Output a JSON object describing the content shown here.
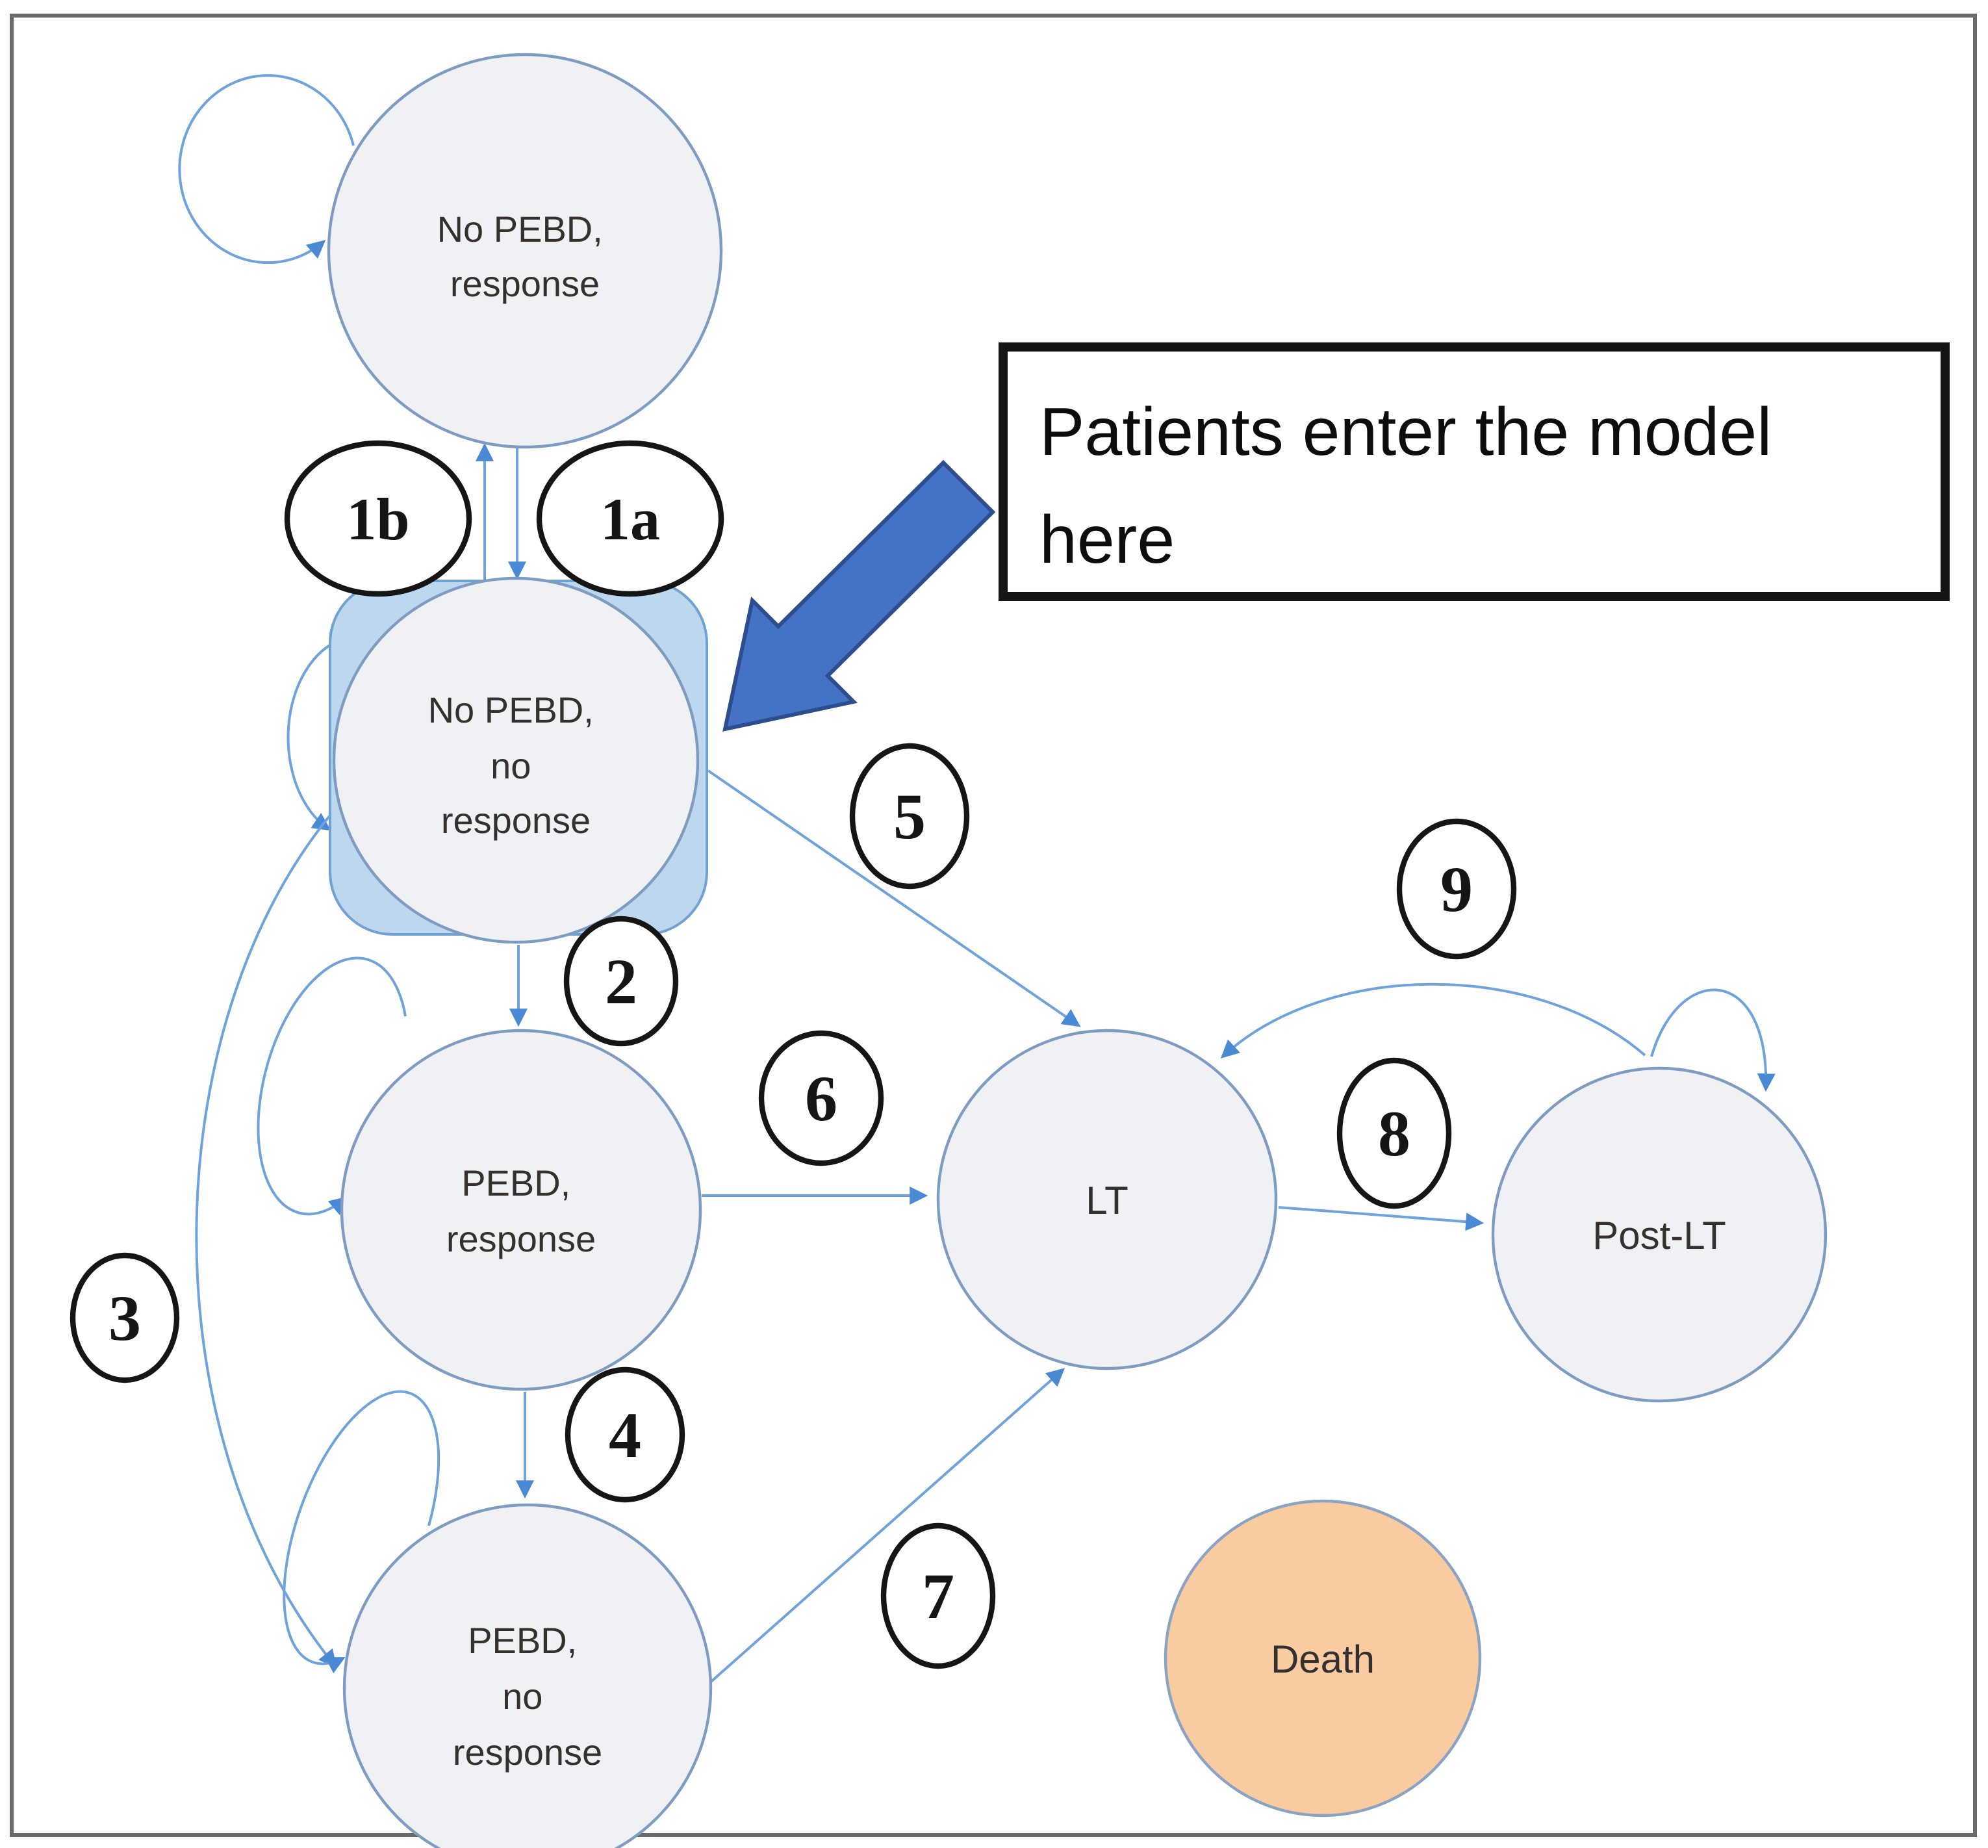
{
  "diagram": {
    "type": "state-transition-model",
    "callout": {
      "lines": [
        "Patients enter the model",
        "here"
      ]
    },
    "states": [
      {
        "id": "no-pebd-response",
        "lines": [
          "No PEBD,",
          "response"
        ],
        "self_loop": true,
        "highlighted": false
      },
      {
        "id": "no-pebd-no-response",
        "lines": [
          "No PEBD,",
          "no",
          "response"
        ],
        "self_loop": true,
        "highlighted": true,
        "entry_point": true
      },
      {
        "id": "pebd-response",
        "lines": [
          "PEBD,",
          "response"
        ],
        "self_loop": true,
        "highlighted": false
      },
      {
        "id": "pebd-no-response",
        "lines": [
          "PEBD,",
          "no",
          "response"
        ],
        "self_loop": true,
        "highlighted": false
      },
      {
        "id": "lt",
        "lines": [
          "LT"
        ],
        "self_loop": false,
        "highlighted": false
      },
      {
        "id": "post-lt",
        "lines": [
          "Post-LT"
        ],
        "self_loop": true,
        "highlighted": false
      },
      {
        "id": "death",
        "lines": [
          "Death"
        ],
        "self_loop": false,
        "highlighted": false
      }
    ],
    "transitions": [
      {
        "label": "1b",
        "from": "no-pebd-no-response",
        "to": "no-pebd-response"
      },
      {
        "label": "1a",
        "from": "no-pebd-response",
        "to": "no-pebd-no-response"
      },
      {
        "label": "2",
        "from": "no-pebd-no-response",
        "to": "pebd-response"
      },
      {
        "label": "3",
        "from": "no-pebd-no-response",
        "to": "pebd-no-response"
      },
      {
        "label": "4",
        "from": "pebd-response",
        "to": "pebd-no-response"
      },
      {
        "label": "5",
        "from": "no-pebd-no-response",
        "to": "lt"
      },
      {
        "label": "6",
        "from": "pebd-response",
        "to": "lt"
      },
      {
        "label": "7",
        "from": "pebd-no-response",
        "to": "lt"
      },
      {
        "label": "8",
        "from": "lt",
        "to": "post-lt"
      },
      {
        "label": "9",
        "from": "post-lt",
        "to": "lt"
      }
    ],
    "colors": {
      "state_fill": "#eff1f4",
      "state_stroke": "#7e9cc2",
      "highlight_fill": "#bdd7ee",
      "highlight_stroke": "#6fa2d2",
      "death_fill": "#f9cba1",
      "death_stroke": "#8ba3c2",
      "edge": "#6fa3db",
      "arrowhead": "#4a89d4",
      "entry_arrow_fill": "#4472c4",
      "entry_arrow_stroke": "#2c4d8e",
      "badge_stroke": "#151515",
      "callout_border": "#141414",
      "label_text": "#33302e",
      "frame": "#6a6a6a"
    }
  }
}
